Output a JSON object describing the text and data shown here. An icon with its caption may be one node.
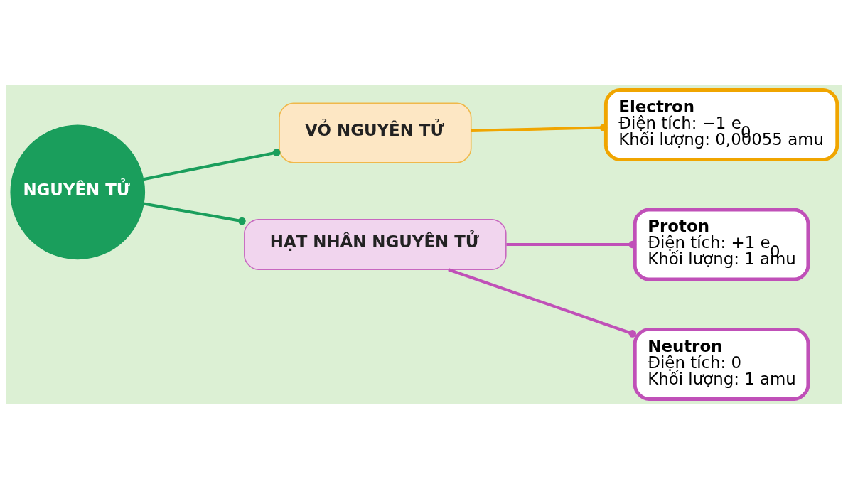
{
  "diagram": {
    "nodes": [
      {
        "text": [
          "NGUYÊN TỬ"
        ]
      },
      {
        "text": [
          "VỎ NGUYÊN TỬ"
        ]
      },
      {
        "text": [
          "HẠT NHÂN NGUYÊN TỬ"
        ]
      },
      {
        "text": [
          "Electron",
          "Điện tích: −1 e$_{0}$",
          "Khối lượng: 0,00055 amu"
        ]
      },
      {
        "text": [
          "Proton",
          "Điện tích: +1 e$_{0}$",
          "Khối lượng: 1 amu"
        ]
      },
      {
        "text": [
          "Neutron",
          "Điện tích: 0",
          "Khối lượng: 1 amu"
        ]
      }
    ],
    "edges": [
      {
        "from": 0,
        "to": 1,
        "arrow": "other",
        "color": "#1a9e5c"
      },
      {
        "from": 0,
        "to": 2,
        "arrow": "other",
        "color": "#1a9e5c"
      },
      {
        "from": 1,
        "to": 3,
        "arrow": "other",
        "color": "#f0a500"
      },
      {
        "from": 2,
        "to": 4,
        "arrow": "other",
        "color": "#c050b8"
      },
      {
        "from": 2,
        "to": 5,
        "arrow": "other",
        "color": "#c050b8"
      }
    ]
  }
}
